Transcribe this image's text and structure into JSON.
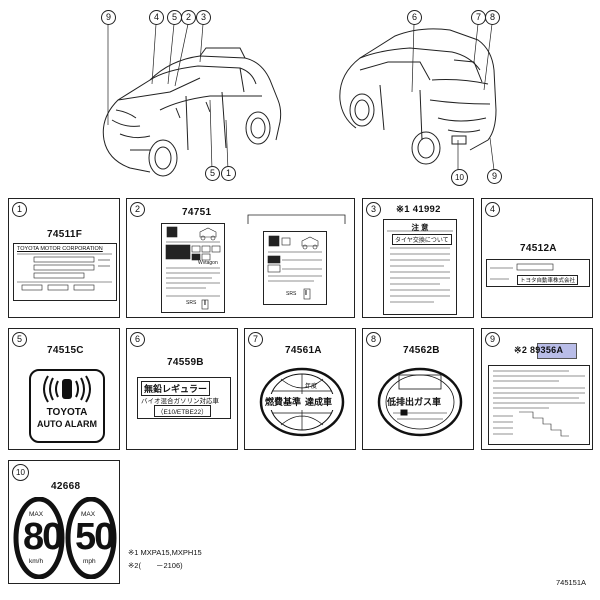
{
  "callouts": {
    "front_car": [
      "9",
      "4",
      "5",
      "2",
      "3",
      "5",
      "1"
    ],
    "rear_car": [
      "6",
      "7",
      "8",
      "10",
      "9"
    ]
  },
  "cards": [
    {
      "num": "1",
      "part": "74511F",
      "lines": [
        "TOYOTA MOTOR CORPORATION"
      ]
    },
    {
      "num": "2",
      "part": "74751",
      "lines": [
        "Wvtagon",
        "SRS",
        "I"
      ]
    },
    {
      "num": "3",
      "part": "※1 41992",
      "lines": [
        "注 意",
        "タイヤ交換について"
      ]
    },
    {
      "num": "4",
      "part": "74512A",
      "lines": [
        "トヨタ自動車株式会社"
      ]
    },
    {
      "num": "5",
      "part": "74515C",
      "lines": [
        "TOYOTA",
        "AUTO ALARM"
      ]
    },
    {
      "num": "6",
      "part": "74559B",
      "lines": [
        "無鉛レギュラー",
        "バイオ混合ガソリン対応車",
        "（E10/ETBE22）"
      ]
    },
    {
      "num": "7",
      "part": "74561A",
      "lines": [
        "燃費基準",
        "達成車",
        "年度"
      ]
    },
    {
      "num": "8",
      "part": "74562B",
      "lines": [
        "低排出ガス車"
      ]
    },
    {
      "num": "9",
      "part": "※2 89356A",
      "lines": []
    },
    {
      "num": "10",
      "part": "42668",
      "lines": [
        "MAX",
        "80",
        "km/h",
        "MAX",
        "50",
        "mph"
      ]
    }
  ],
  "notes": {
    "n1": "※1 MXPA15,MXPH15",
    "n2": "※2(　　－2106)"
  },
  "figure_id": "745151A",
  "colors": {
    "highlight": "#b9bde8",
    "line": "#222222"
  }
}
